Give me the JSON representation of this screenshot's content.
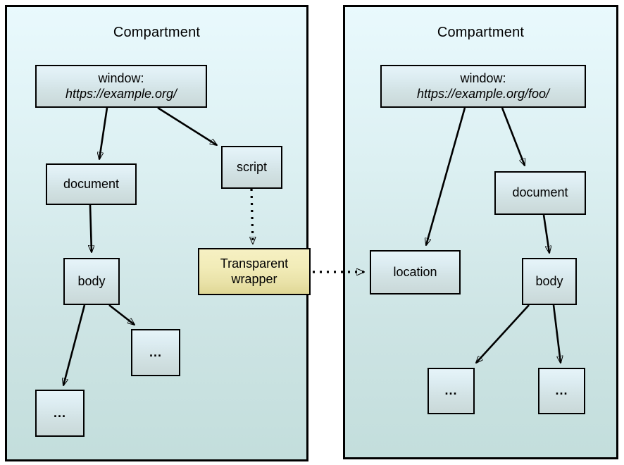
{
  "diagram": {
    "title_left": "Compartment",
    "title_right": "Compartment",
    "colors": {
      "compartment_top": "#e9f9fd",
      "compartment_bottom": "#c3dedc",
      "node_top": "#e6f4f9",
      "node_bottom": "#c9d8d8",
      "wrapper_top": "#f6f0c3",
      "wrapper_bottom": "#dfd795",
      "stroke": "#000000",
      "background": "#ffffff"
    }
  },
  "left_compartment": {
    "title": "Compartment",
    "nodes": {
      "window_label": "window:",
      "window_url": "https://example.org/",
      "document": "document",
      "script": "script",
      "body": "body",
      "wrapper_line1": "Transparent",
      "wrapper_line2": "wrapper",
      "ellipsis_a": "...",
      "ellipsis_b": "..."
    }
  },
  "right_compartment": {
    "title": "Compartment",
    "nodes": {
      "window_label": "window:",
      "window_url": "https://example.org/foo/",
      "document": "document",
      "location": "location",
      "body": "body",
      "ellipsis_a": "...",
      "ellipsis_b": "..."
    }
  }
}
